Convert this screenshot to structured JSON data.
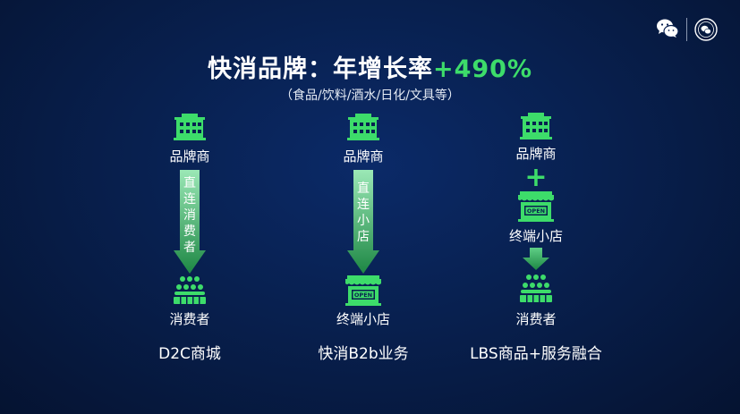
{
  "title": {
    "main": "快消品牌：年增长率",
    "highlight": "+490%"
  },
  "subtitle": "（食品/饮料/酒水/日化/文具等）",
  "columns": [
    {
      "top_label": "品牌商",
      "arrow_text": "直连消费者",
      "bottom_label": "消费者",
      "caption": "D2C商城"
    },
    {
      "top_label": "品牌商",
      "arrow_text": "直连小店",
      "bottom_label": "终端小店",
      "caption": "快消B2b业务"
    },
    {
      "top_label": "品牌商",
      "plus": "+",
      "middle_label": "终端小店",
      "bottom_label": "消费者",
      "caption": "LBS商品+服务融合"
    }
  ],
  "store_sign_text": "OPEN",
  "colors": {
    "accent": "#3ddc6a",
    "arrow_top": "#7fe0a0",
    "arrow_bottom": "#1f8a45",
    "background": "#08204f"
  },
  "icons": {
    "brand": "building-icon",
    "consumer": "people-crowd-icon",
    "store": "open-store-icon",
    "corner_left": "wechat-icon",
    "corner_right": "seal-logo-icon"
  }
}
